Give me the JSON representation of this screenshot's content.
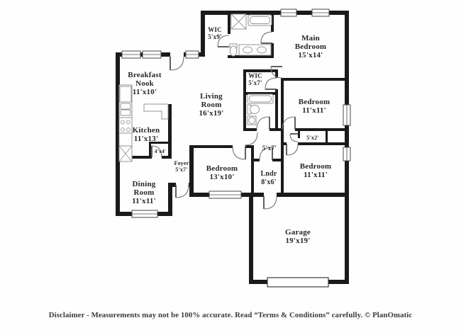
{
  "footer": {
    "disclaimer": "Disclaimer - Measurements may not be 100% accurate. Read “Terms & Conditions” carefully. © PlanOmatic"
  },
  "colors": {
    "wall": "#1a1a1a",
    "label_text": "#272727",
    "background": "#fefefe"
  },
  "rooms": {
    "wic1": {
      "lines": [
        "WIC",
        "5'x9'"
      ]
    },
    "main_bedroom": {
      "lines": [
        "Main",
        "Bedroom",
        "15'x14'"
      ]
    },
    "breakfast_nook": {
      "lines": [
        "Breakfast",
        "Nook",
        "11'x10'"
      ]
    },
    "living_room": {
      "lines": [
        "Living",
        "Room",
        "16'x19'"
      ]
    },
    "wic2": {
      "lines": [
        "WIC",
        "5'x7'"
      ]
    },
    "bedroom_ne": {
      "lines": [
        "Bedroom",
        "11'x11'"
      ]
    },
    "kitchen": {
      "lines": [
        "Kitchen",
        "11'x13'"
      ]
    },
    "closet_5x2": {
      "lines": [
        "5'x2'"
      ]
    },
    "hall_5x7": {
      "lines": [
        "5'x7'"
      ]
    },
    "closet_4x4": {
      "lines": [
        "4'x4'"
      ]
    },
    "foyer": {
      "lines": [
        "Foyer",
        "5'x7'"
      ]
    },
    "bedroom_s": {
      "lines": [
        "Bedroom",
        "13'x10'"
      ]
    },
    "laundry": {
      "lines": [
        "Lndr",
        "8'x6'"
      ]
    },
    "bedroom_se": {
      "lines": [
        "Bedroom",
        "11'x11'"
      ]
    },
    "dining_room": {
      "lines": [
        "Dining",
        "Room",
        "11'x11'"
      ]
    },
    "garage": {
      "lines": [
        "Garage",
        "19'x19'"
      ]
    }
  }
}
